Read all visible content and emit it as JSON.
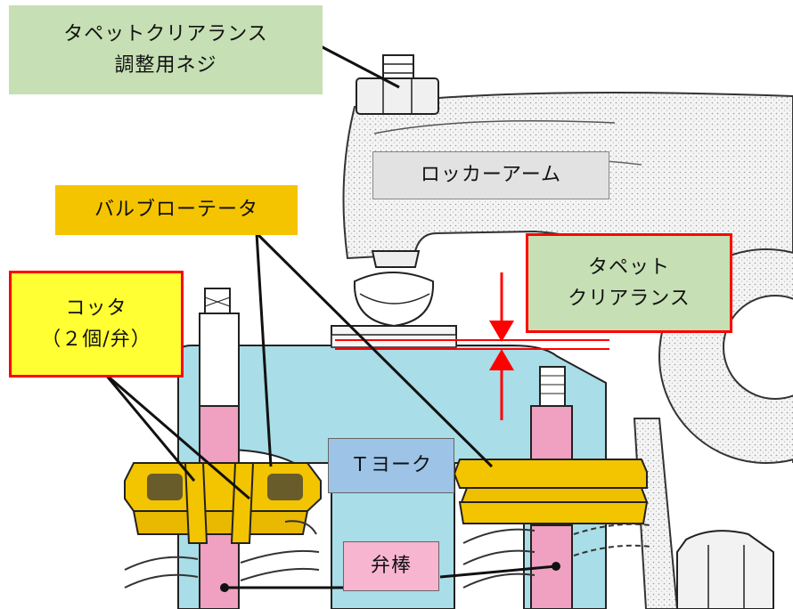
{
  "colors": {
    "green_label": "#c6dfb4",
    "orange_label": "#f5c400",
    "yellow_label": "#ffff33",
    "gray_label": "#e2e2e2",
    "blue_label": "#9dc3e6",
    "pink_label": "#f7b5cf",
    "red_outline": "#ff0000",
    "arrow_red": "#ff0000",
    "cyan_part": "#a9dde7",
    "pink_part": "#f0a0c0",
    "gold_part": "#f3c400"
  },
  "labels": {
    "adjusting_screw": {
      "line1": "タペットクリアランス",
      "line2": "調整用ネジ"
    },
    "rocker_arm": "ロッカーアーム",
    "valve_rotator": "バルブローテータ",
    "tappet_clearance": {
      "line1": "タペット",
      "line2": "クリアランス"
    },
    "cotter": {
      "line1": "コッタ",
      "line2": "（２個/弁）"
    },
    "t_yoke": "Ｔヨーク",
    "valve_stem": "弁棒"
  }
}
